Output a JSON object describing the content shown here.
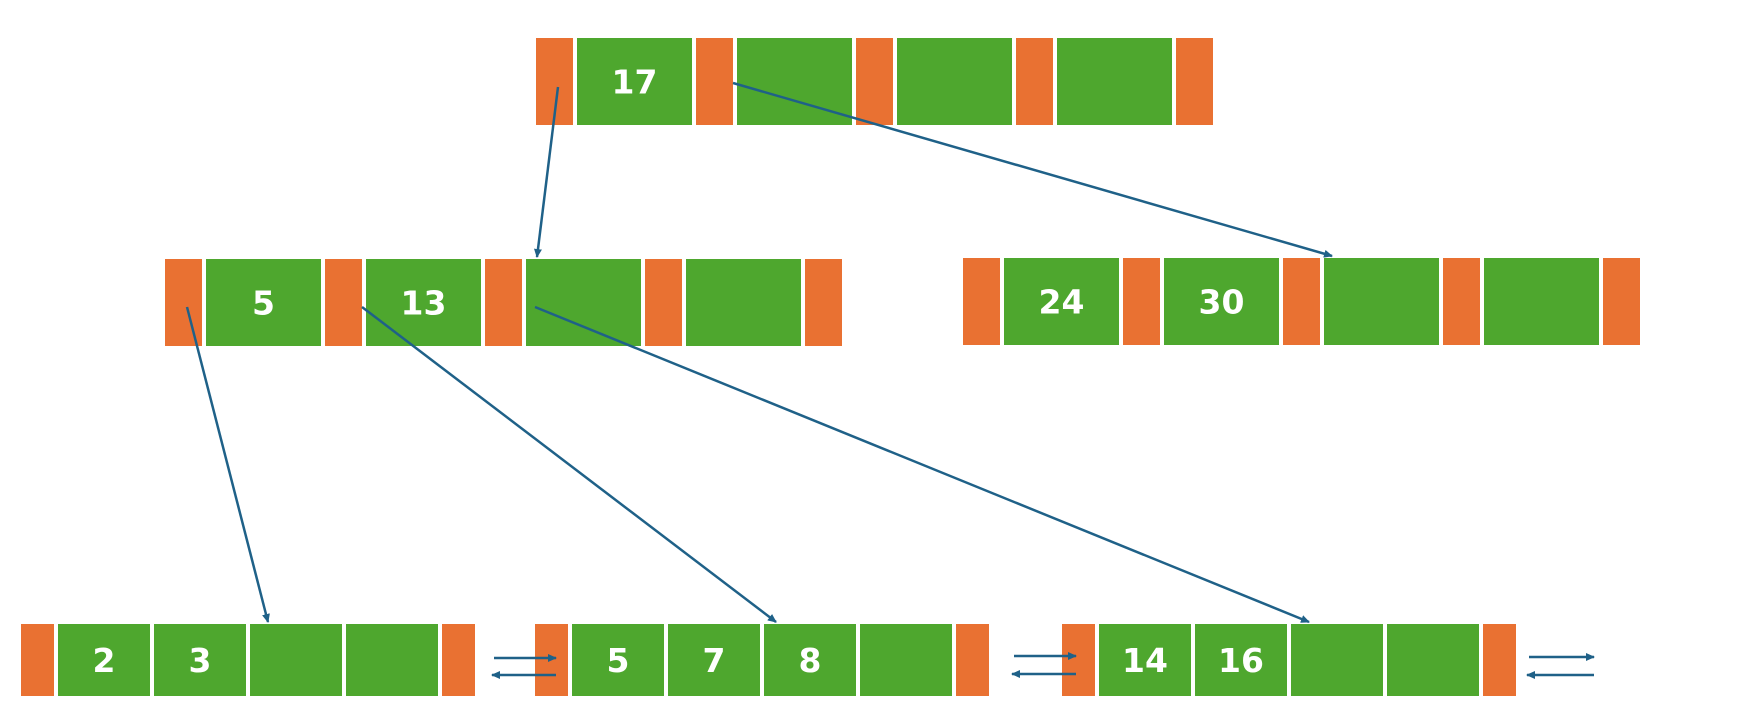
{
  "colors": {
    "pointer": "#E97132",
    "key": "#4EA72E",
    "arrow": "#1F6188",
    "key_text": "#FFFFFF"
  },
  "root": {
    "keys": [
      "17",
      "",
      "",
      ""
    ]
  },
  "internal": [
    {
      "keys": [
        "5",
        "13",
        "",
        ""
      ]
    },
    {
      "keys": [
        "24",
        "30",
        "",
        ""
      ]
    }
  ],
  "leaves": [
    {
      "keys": [
        "2",
        "3",
        "",
        ""
      ]
    },
    {
      "keys": [
        "5",
        "7",
        "8",
        ""
      ]
    },
    {
      "keys": [
        "14",
        "16",
        "",
        ""
      ]
    }
  ]
}
